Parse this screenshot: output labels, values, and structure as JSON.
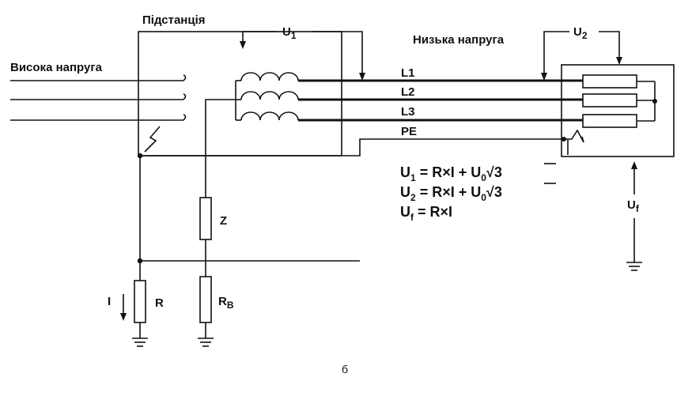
{
  "labels": {
    "substation": "Підстанція",
    "high_voltage": "Висока напруга",
    "low_voltage": "Низька напруга",
    "u_symbol": "U",
    "u1_sub": "1",
    "u2_sub": "2",
    "uf_sub": "f",
    "line_l1": "L1",
    "line_l2": "L2",
    "line_l3": "L3",
    "line_pe": "PE",
    "z": "Z",
    "r": "R",
    "rb_main": "R",
    "rb_sub": "B",
    "current": "I",
    "caption": "б"
  },
  "formulas": {
    "f1_lhs": "U",
    "f1_lhs_sub": "1",
    "f1_mid": " = R×I + U",
    "f1_mid_sub": "0",
    "f1_radicand": "3",
    "f2_lhs": "U",
    "f2_lhs_sub": "2",
    "f2_mid": " = R×I + U",
    "f2_mid_sub": "0",
    "f2_radicand": "3",
    "f3_lhs": "U",
    "f3_lhs_sub": "f",
    "f3_rhs": "  = R×I"
  }
}
